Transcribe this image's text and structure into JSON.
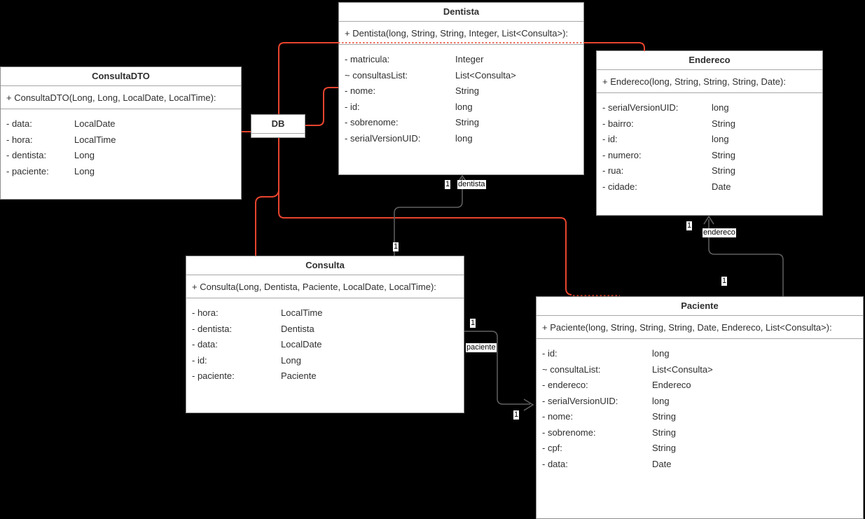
{
  "diagram": {
    "background": "#000000",
    "link_colors": {
      "db_link": "#e8442e",
      "association": "#616161"
    },
    "classes": [
      {
        "title": "ConsultaDTO",
        "constructor": "+ ConsultaDTO(Long, Long, LocalDate, LocalTime):",
        "attributes": [
          {
            "name": "- data:",
            "type": "LocalDate"
          },
          {
            "name": "- hora:",
            "type": "LocalTime"
          },
          {
            "name": "- dentista:",
            "type": "Long"
          },
          {
            "name": "- paciente:",
            "type": "Long"
          }
        ]
      },
      {
        "title": "Dentista",
        "constructor": "+ Dentista(long, String, String, Integer, List<Consulta>):",
        "attributes": [
          {
            "name": "- matricula:",
            "type": "Integer"
          },
          {
            "name": "~ consultasList:",
            "type": "List<Consulta>"
          },
          {
            "name": "- nome:",
            "type": "String"
          },
          {
            "name": "- id:",
            "type": "long"
          },
          {
            "name": "- sobrenome:",
            "type": "String"
          },
          {
            "name": "- serialVersionUID:",
            "type": "long"
          }
        ]
      },
      {
        "title": "Endereco",
        "constructor": "+ Endereco(long, String, String, String, Date):",
        "attributes": [
          {
            "name": "- serialVersionUID:",
            "type": "long"
          },
          {
            "name": "- bairro:",
            "type": "String"
          },
          {
            "name": "- id:",
            "type": "long"
          },
          {
            "name": "- numero:",
            "type": "String"
          },
          {
            "name": "- rua:",
            "type": "String"
          },
          {
            "name": "- cidade:",
            "type": "Date"
          }
        ]
      },
      {
        "title": "DB"
      },
      {
        "title": "Consulta",
        "constructor": "+ Consulta(Long, Dentista, Paciente, LocalDate, LocalTime):",
        "attributes": [
          {
            "name": "- hora:",
            "type": "LocalTime"
          },
          {
            "name": "- dentista:",
            "type": "Dentista"
          },
          {
            "name": "- data:",
            "type": "LocalDate"
          },
          {
            "name": "- id:",
            "type": "Long"
          },
          {
            "name": "- paciente:",
            "type": "Paciente"
          }
        ]
      },
      {
        "title": "Paciente",
        "constructor": "+ Paciente(long, String, String, String, Date, Endereco, List<Consulta>):",
        "attributes": [
          {
            "name": "- id:",
            "type": "long"
          },
          {
            "name": "~ consultaList:",
            "type": "List<Consulta>"
          },
          {
            "name": "- endereco:",
            "type": "Endereco"
          },
          {
            "name": "- serialVersionUID:",
            "type": "long"
          },
          {
            "name": "- nome:",
            "type": "String"
          },
          {
            "name": "- sobrenome:",
            "type": "String"
          },
          {
            "name": "- cpf:",
            "type": "String"
          },
          {
            "name": "- data:",
            "type": "Date"
          }
        ]
      }
    ],
    "edge_labels": [
      {
        "text": "1"
      },
      {
        "text": "dentista"
      },
      {
        "text": "1"
      },
      {
        "text": "1"
      },
      {
        "text": "paciente"
      },
      {
        "text": "1"
      },
      {
        "text": "1"
      },
      {
        "text": "endereco"
      },
      {
        "text": "1"
      }
    ]
  }
}
